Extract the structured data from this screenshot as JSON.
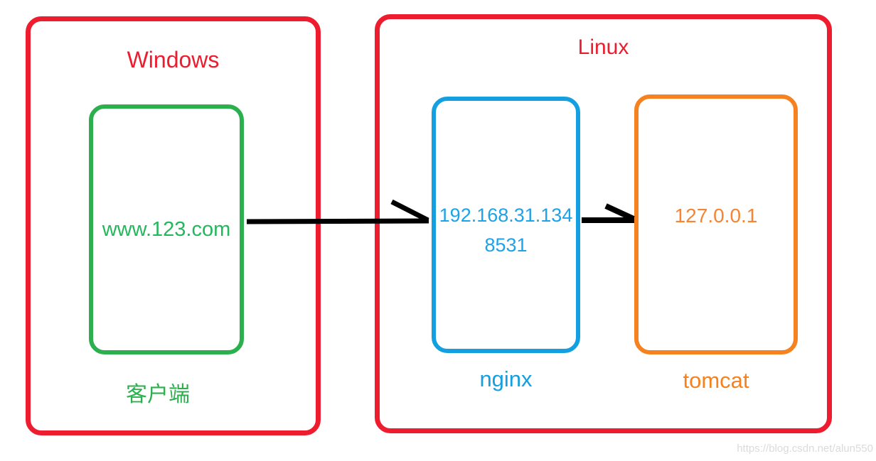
{
  "diagram": {
    "windows_group": {
      "title": "Windows",
      "client_box": {
        "label": "www.123.com",
        "caption": "客户端"
      }
    },
    "linux_group": {
      "title": "Linux",
      "nginx_box": {
        "address_line1": "192.168.31.134",
        "address_line2": "8531",
        "caption": "nginx"
      },
      "tomcat_box": {
        "label": "127.0.0.1",
        "caption": "tomcat"
      }
    },
    "watermark": "https://blog.csdn.net/alun550",
    "colors": {
      "red": "#ED1C2E",
      "green": "#2CB04E",
      "green_text": "#25B75D",
      "blue": "#14A0E0",
      "blue_text": "#1EA2E8",
      "orange": "#F5821E",
      "orange_text": "#F68433",
      "arrow_black": "#000000",
      "watermark_gray": "#DBDBDB"
    }
  }
}
